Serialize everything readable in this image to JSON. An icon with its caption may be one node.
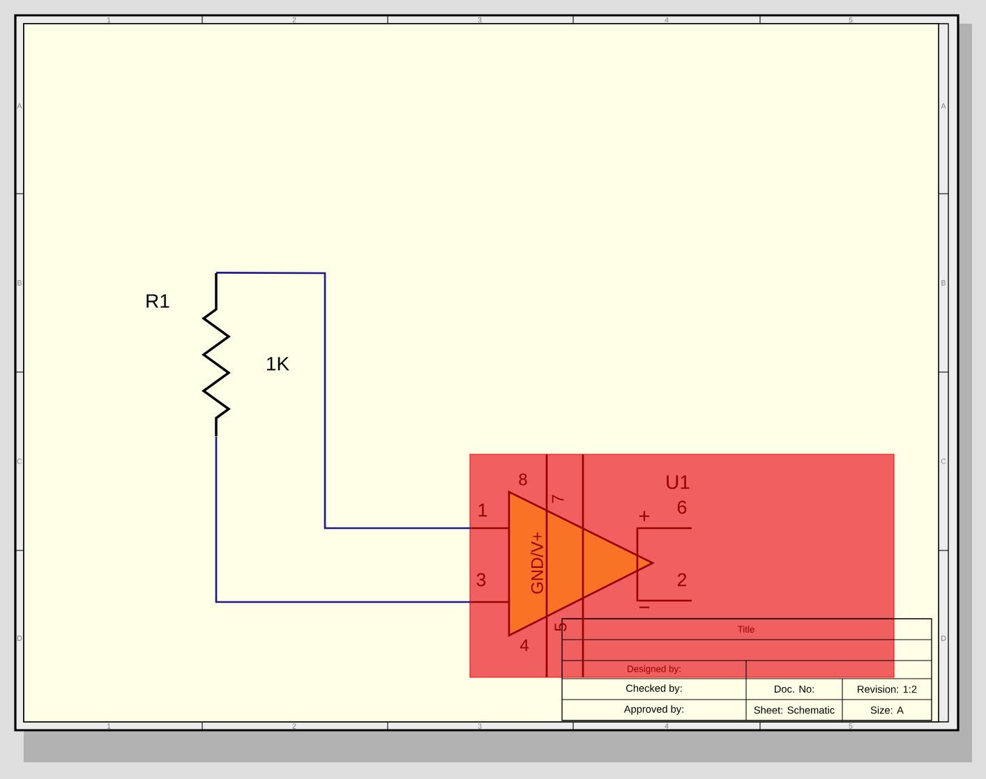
{
  "diagram": {
    "nodes": [
      {
        "text": [
          "R1",
          "1K"
        ]
      },
      {
        "text": [
          "U1",
          "GND/V+"
        ]
      }
    ],
    "edges": [
      {
        "from": 0,
        "to": 1,
        "arrow": "none"
      },
      {
        "from": 0,
        "to": 1,
        "arrow": "none"
      }
    ],
    "labels": [
      "1",
      "2",
      "3",
      "4",
      "5",
      "A",
      "B",
      "C",
      "D",
      "A",
      "B",
      "C",
      "D",
      "8",
      "7",
      "1",
      "3",
      "6",
      "2",
      "+",
      "−",
      "4",
      "5",
      "Title",
      "Designed by:",
      "Checked by:",
      "Doc. No:",
      "Revision: 1:2",
      "Approved by:",
      "Sheet: Schematic",
      "Size: A",
      "1",
      "2",
      "3",
      "4",
      "5"
    ]
  }
}
